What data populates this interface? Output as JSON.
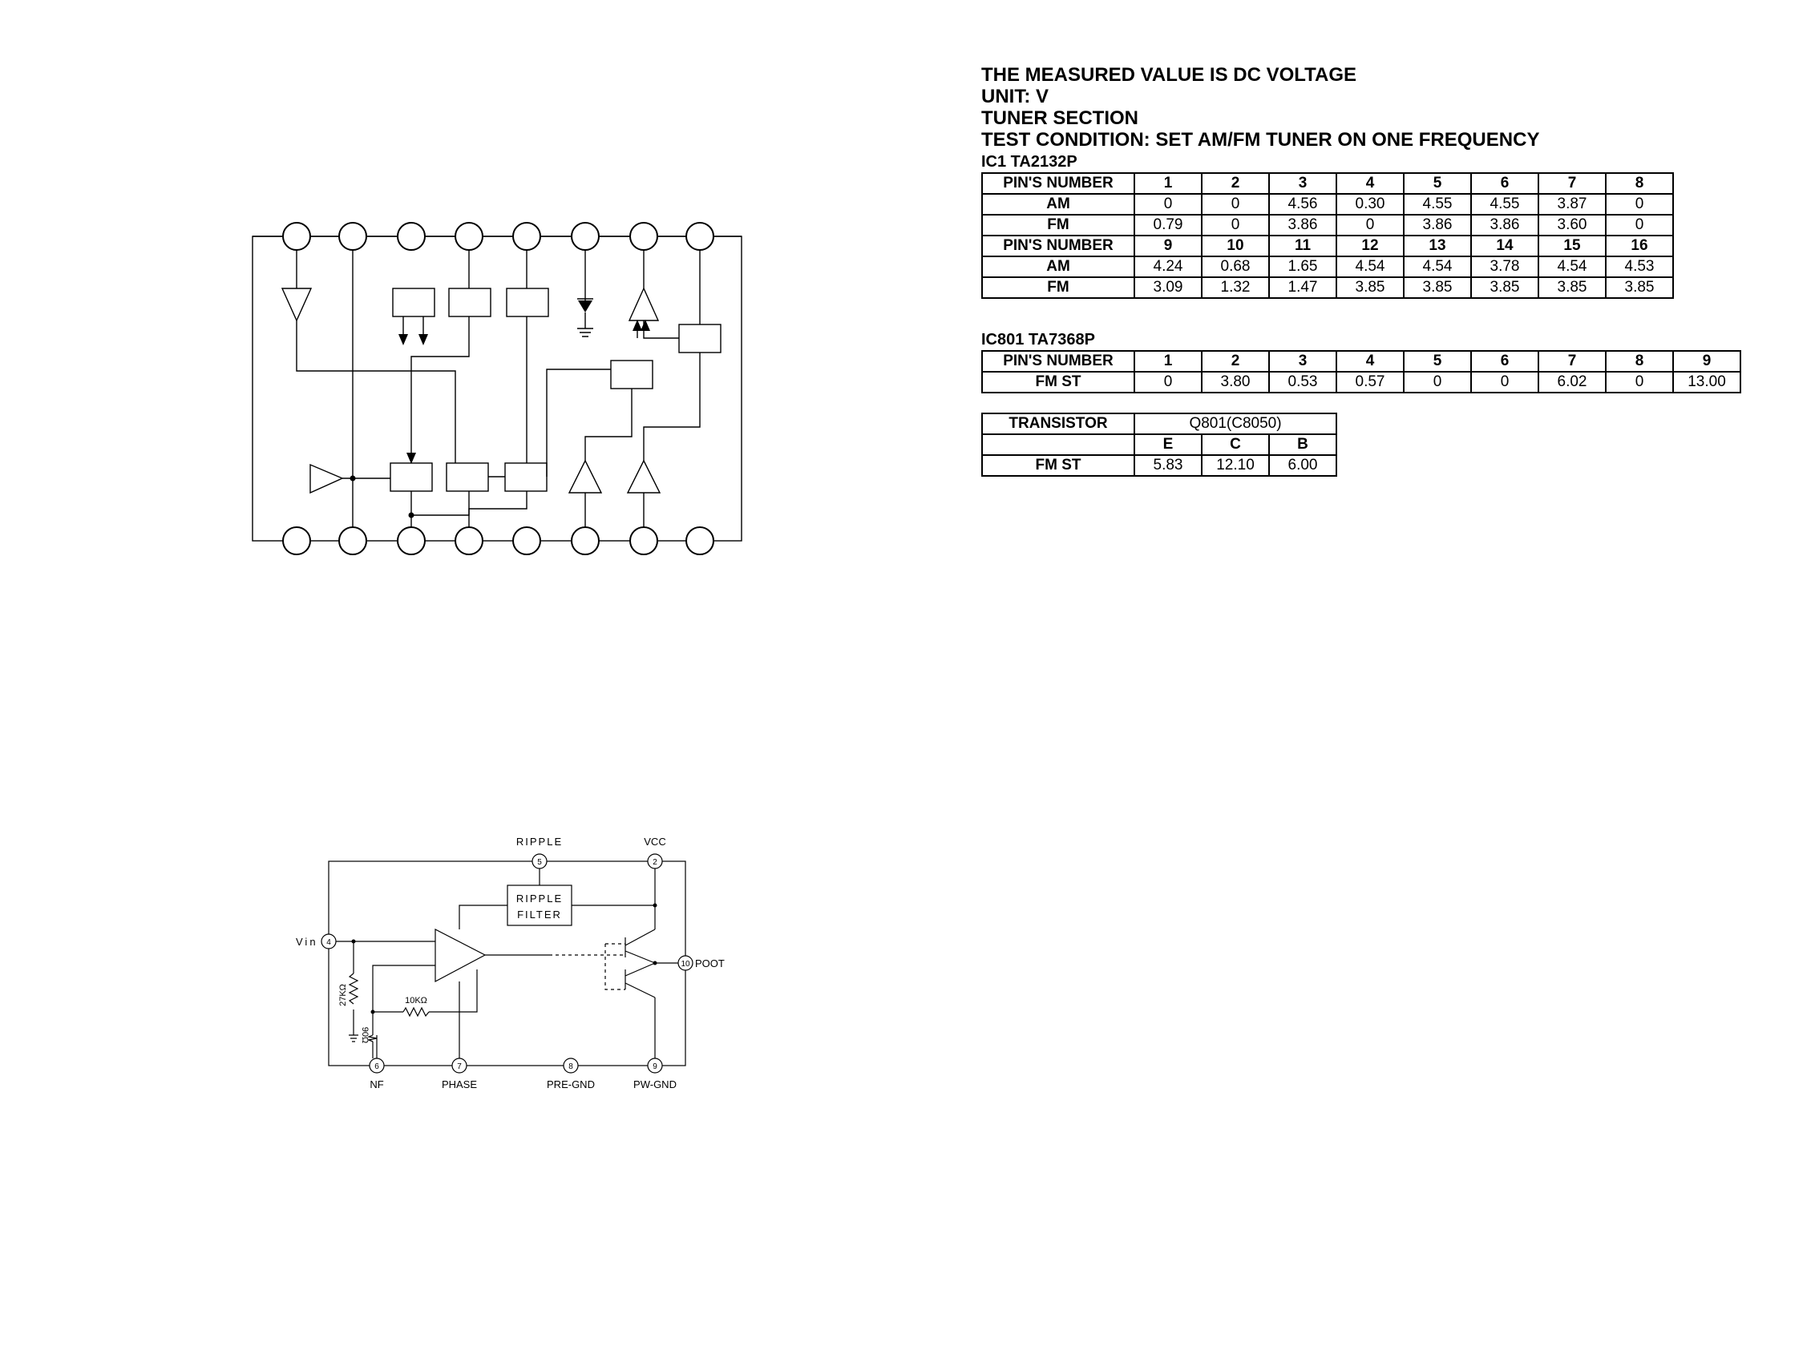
{
  "header": {
    "line1": "THE MEASURED VALUE IS DC VOLTAGE",
    "line2": "UNIT: V",
    "line3": "TUNER SECTION",
    "line4": "TEST CONDITION: SET AM/FM TUNER ON ONE FREQUENCY"
  },
  "ic1": {
    "label": "IC1 TA2132P",
    "pin_header": "PIN'S NUMBER",
    "rows": [
      {
        "label": "PIN'S NUMBER",
        "cells": [
          "1",
          "2",
          "3",
          "4",
          "5",
          "6",
          "7",
          "8"
        ]
      },
      {
        "label": "AM",
        "cells": [
          "0",
          "0",
          "4.56",
          "0.30",
          "4.55",
          "4.55",
          "3.87",
          "0"
        ]
      },
      {
        "label": "FM",
        "cells": [
          "0.79",
          "0",
          "3.86",
          "0",
          "3.86",
          "3.86",
          "3.60",
          "0"
        ]
      },
      {
        "label": "PIN'S NUMBER",
        "cells": [
          "9",
          "10",
          "11",
          "12",
          "13",
          "14",
          "15",
          "16"
        ]
      },
      {
        "label": "AM",
        "cells": [
          "4.24",
          "0.68",
          "1.65",
          "4.54",
          "4.54",
          "3.78",
          "4.54",
          "4.53"
        ]
      },
      {
        "label": "FM",
        "cells": [
          "3.09",
          "1.32",
          "1.47",
          "3.85",
          "3.85",
          "3.85",
          "3.85",
          "3.85"
        ]
      }
    ]
  },
  "ic801": {
    "label": "IC801 TA7368P",
    "rows": [
      {
        "label": "PIN'S NUMBER",
        "cells": [
          "1",
          "2",
          "3",
          "4",
          "5",
          "6",
          "7",
          "8",
          "9"
        ]
      },
      {
        "label": "FM ST",
        "cells": [
          "0",
          "3.80",
          "0.53",
          "0.57",
          "0",
          "0",
          "6.02",
          "0",
          "13.00"
        ]
      }
    ]
  },
  "transistor": {
    "label": "TRANSISTOR",
    "part": "Q801(C8050)",
    "terminals": [
      "E",
      "C",
      "B"
    ],
    "row_label": "FM ST",
    "values": [
      "5.83",
      "12.10",
      "6.00"
    ]
  },
  "amp_diagram": {
    "ripple": "RIPPLE",
    "vcc": "VCC",
    "vin": "Vin",
    "pout": "POOT",
    "nf": "NF",
    "phase": "PHASE",
    "pre_gnd": "PRE-GND",
    "pw_gnd": "PW-GND",
    "filter_line1": "RIPPLE",
    "filter_line2": "FILTER",
    "r1": "27KΩ",
    "r2": "10KΩ",
    "r3": "90Ω",
    "pin_numbers": [
      "5",
      "2",
      "4",
      "10",
      "6",
      "7",
      "8",
      "9"
    ]
  }
}
